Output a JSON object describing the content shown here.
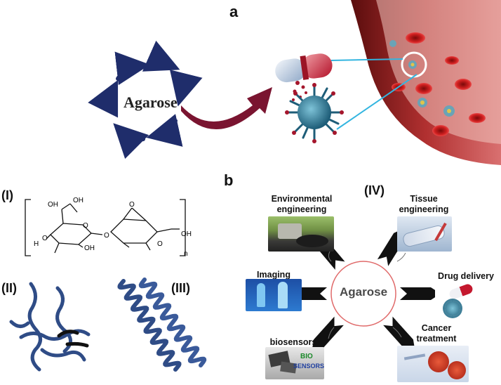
{
  "panel_a": {
    "letter": "a",
    "agarose_label": "Agarose"
  },
  "panel_b": {
    "letter": "b",
    "hub_label": "Agarose",
    "structure_labels": {
      "i": "(I)",
      "ii": "(II)",
      "iii": "(III)",
      "iv": "(IV)"
    },
    "chemical": {
      "oh1": "OH",
      "oh2": "OH",
      "oh3": "OH",
      "oh4": "OH",
      "o_ring1": "O",
      "o_link": "O",
      "o_bridge": "O",
      "o_ring2": "O",
      "o_left": "O",
      "h": "H",
      "n": "n"
    },
    "applications": {
      "environmental": {
        "line1": "Environmental",
        "line2": "engineering"
      },
      "tissue": {
        "line1": "Tissue",
        "line2": "engineering"
      },
      "imaging": {
        "line1": "Imaging"
      },
      "drug": {
        "line1": "Drug delivery"
      },
      "biosensors": {
        "line1": "biosensors",
        "badge_top": "BIO",
        "badge_bottom": "SENSORS"
      },
      "cancer": {
        "line1": "Cancer",
        "line2": "treatment"
      }
    }
  },
  "colors": {
    "navy_arrow": "#1f2d6b",
    "maroon_arrow": "#7a1430",
    "vessel": "#8b1a1a",
    "helix": "#2f4c86",
    "hub_ring": "#e06a6a"
  }
}
